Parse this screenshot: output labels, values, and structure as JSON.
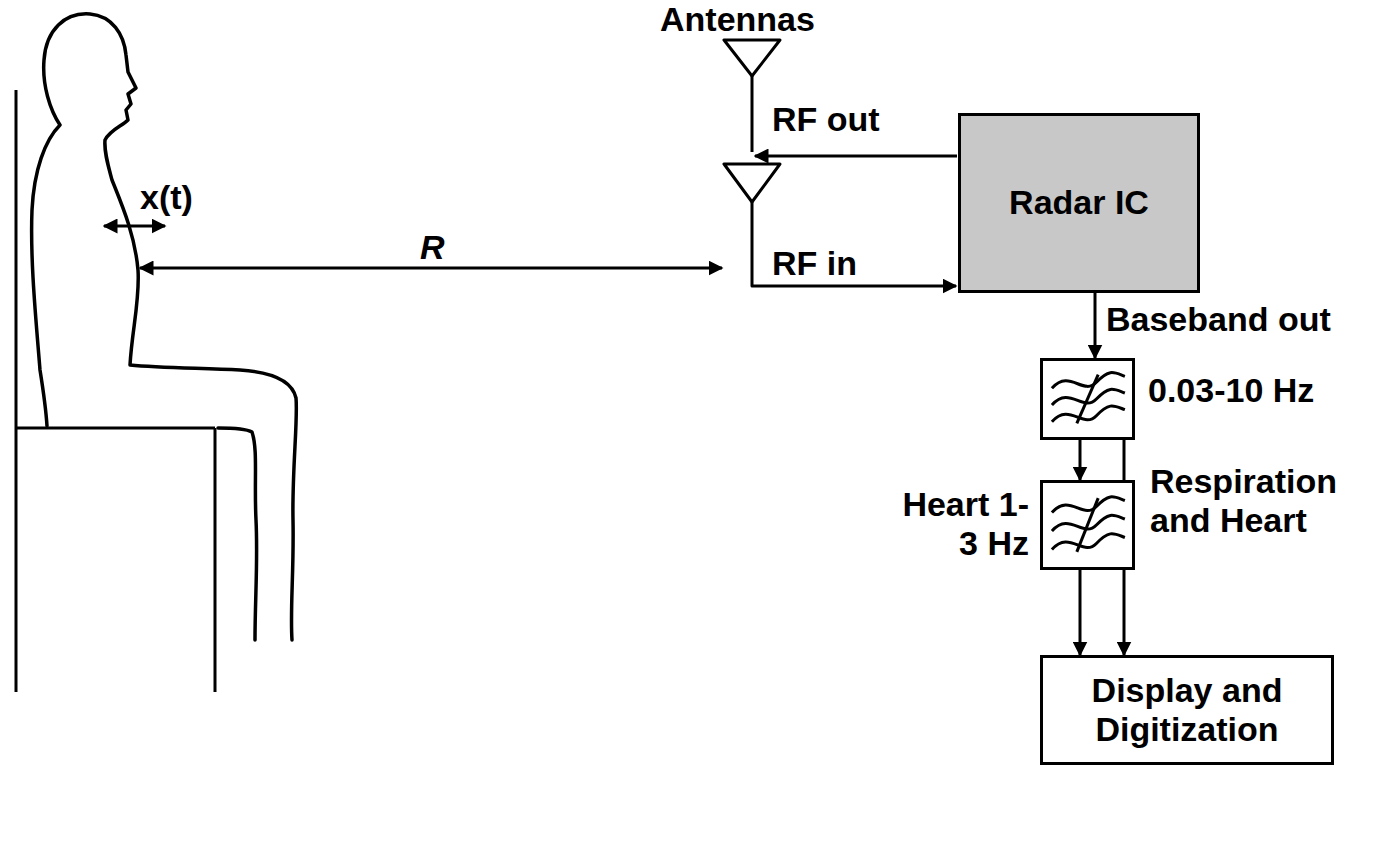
{
  "diagram": {
    "nodes": [
      {
        "text": [
          "Radar IC"
        ]
      },
      {
        "text": [
          "0.03-10 Hz"
        ]
      },
      {
        "text": [
          "Heart 1-3 Hz"
        ]
      },
      {
        "text": [
          "Display and Digitization"
        ]
      }
    ],
    "edges": [
      {
        "from": 0,
        "to": 1,
        "arrow": "to",
        "label": "Baseband out"
      },
      {
        "from": 1,
        "to": 2,
        "arrow": "to"
      },
      {
        "from": 1,
        "to": 3,
        "arrow": "to",
        "label": "Respiration and Heart"
      },
      {
        "from": 2,
        "to": 3,
        "arrow": "to"
      }
    ],
    "labels": [
      "Antennas",
      "RF out",
      "RF in",
      "x(t)",
      "R"
    ]
  }
}
